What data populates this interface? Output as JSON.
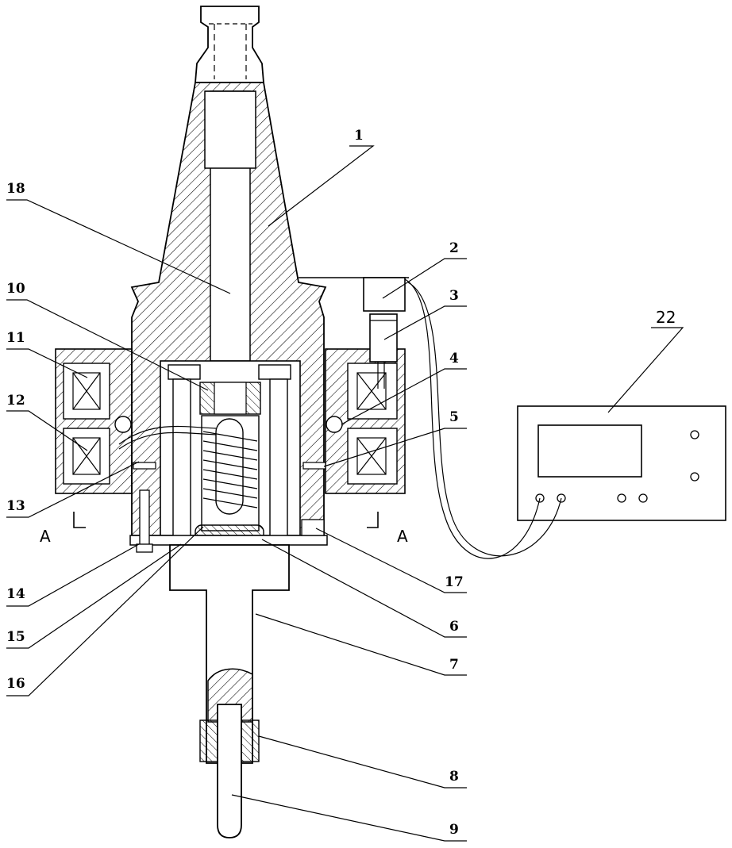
{
  "labels": {
    "l1": "1",
    "l2": "2",
    "l3": "3",
    "l4": "4",
    "l5": "5",
    "l6": "6",
    "l7": "7",
    "l8": "8",
    "l9": "9",
    "l10": "10",
    "l11": "11",
    "l12": "12",
    "l13": "13",
    "l14": "14",
    "l15": "15",
    "l16": "16",
    "l17": "17",
    "l18": "18",
    "l22": "22"
  },
  "section_marks": {
    "left": "A",
    "right": "A"
  },
  "colors": {
    "line": "#000000",
    "background": "#ffffff"
  }
}
